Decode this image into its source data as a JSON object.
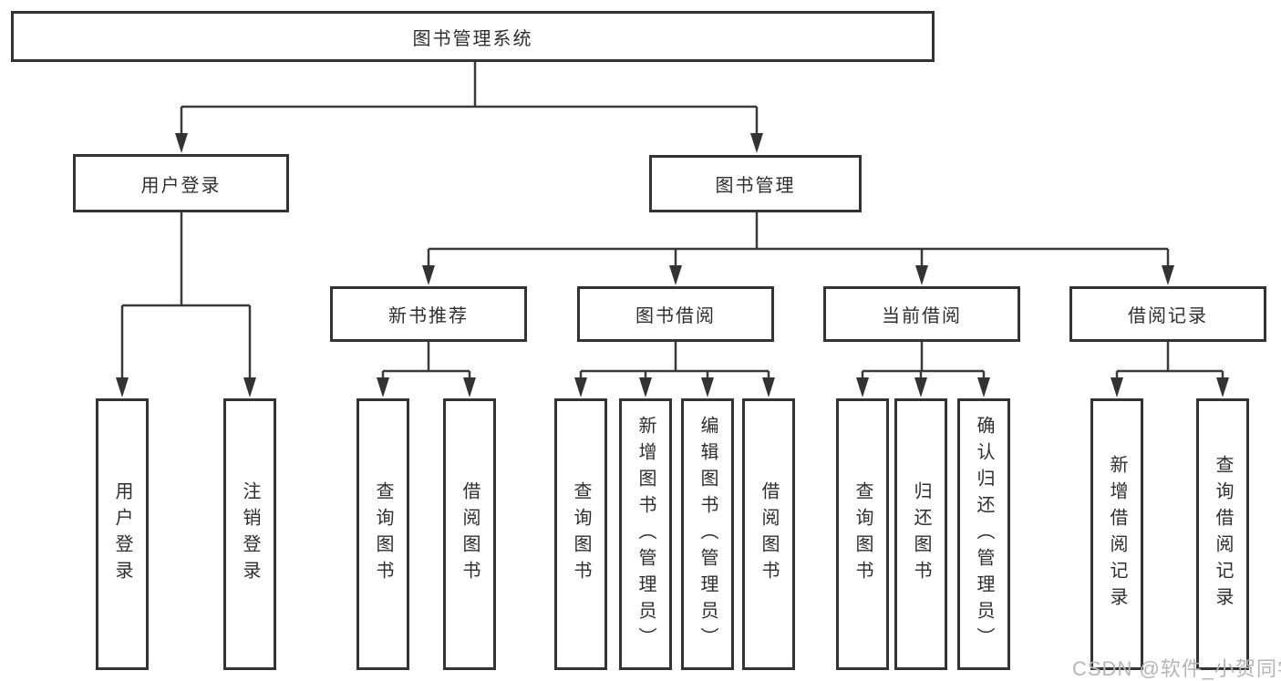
{
  "diagram": {
    "root": "图书管理系统",
    "branches": [
      {
        "label": "用户登录",
        "children": [
          "用户登录",
          "注销登录"
        ]
      },
      {
        "label": "图书管理",
        "children": [
          {
            "label": "新书推荐",
            "children": [
              "查询图书",
              "借阅图书"
            ]
          },
          {
            "label": "图书借阅",
            "children": [
              "查询图书",
              "新增图书（管理员）",
              "编辑图书（管理员）",
              "借阅图书"
            ]
          },
          {
            "label": "当前借阅",
            "children": [
              "查询图书",
              "归还图书",
              "确认归还（管理员）"
            ]
          },
          {
            "label": "借阅记录",
            "children": [
              "新增借阅记录",
              "查询借阅记录"
            ]
          }
        ]
      }
    ]
  },
  "watermark": "CSDN @软件_小贺同学",
  "colors": {
    "line": "#3a3a3a",
    "box_border": "#333333",
    "text": "#2e2e2e",
    "watermark_text": "#b5b5b5",
    "background": "#ffffff"
  }
}
